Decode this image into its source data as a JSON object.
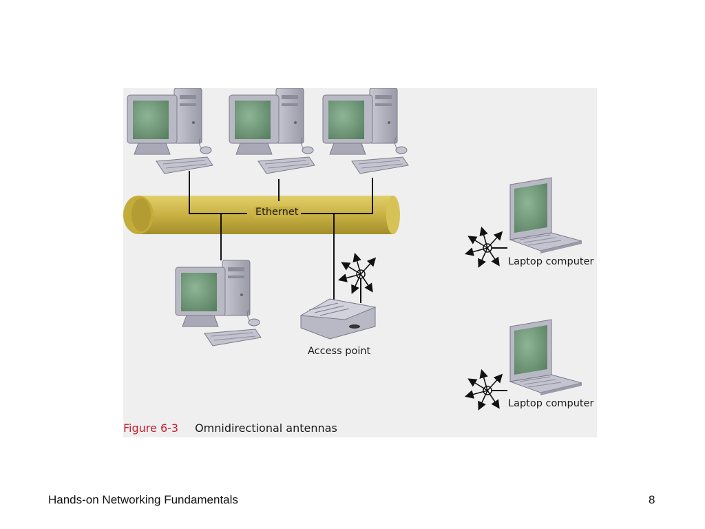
{
  "figure": {
    "number": "Figure 6-3",
    "title": "Omnidirectional antennas",
    "labels": {
      "ethernet": "Ethernet",
      "access_point": "Access point",
      "laptop_1": "Laptop computer",
      "laptop_2": "Laptop computer"
    },
    "colors": {
      "background": "#efefef",
      "ethernet_cable": "#c9b143",
      "figure_number": "#c8202f",
      "screen": "#6f9a78"
    }
  },
  "footer": {
    "title": "Hands-on Networking Fundamentals",
    "page": "8"
  }
}
